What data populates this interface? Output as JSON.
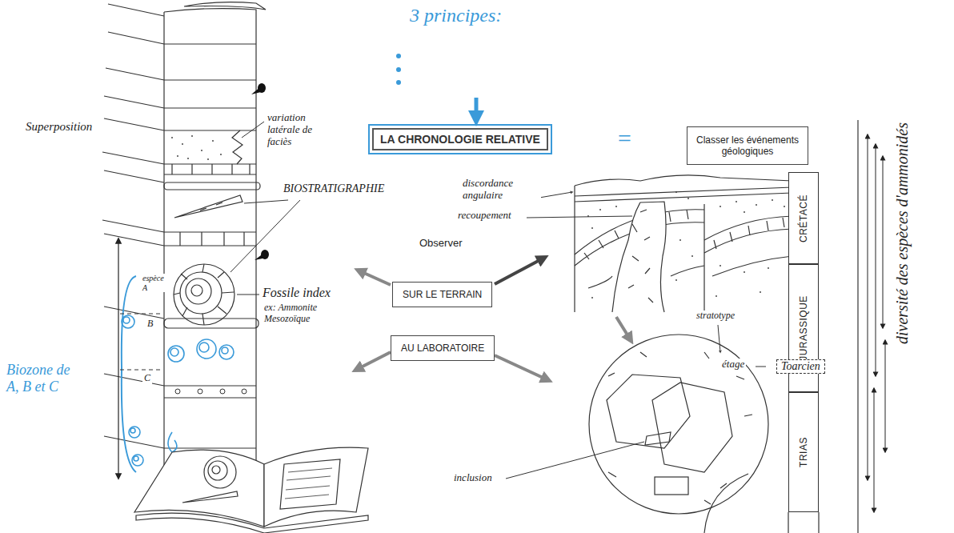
{
  "diagram": {
    "nodes": [
      {
        "text": [
          "LA CHRONOLOGIE RELATIVE"
        ]
      },
      {
        "text": [
          "Classer les événements géologiques"
        ]
      },
      {
        "text": [
          "SUR LE TERRAIN"
        ]
      },
      {
        "text": [
          "AU LABORATOIRE"
        ]
      },
      {
        "text": [
          "CRÉTACÉ"
        ]
      },
      {
        "text": [
          "JURASSIQUE"
        ]
      },
      {
        "text": [
          "TRIAS"
        ]
      },
      {
        "text": [
          "Toarcien"
        ]
      }
    ],
    "labels": [
      "3 principes:",
      "=",
      "Superposition",
      "variation latérale de faciès",
      "BIOSTRATIGRAPHIE",
      "espèce A",
      "Fossile index",
      "ex: Ammonite Mesozoïque",
      "B",
      "C",
      "Biozone de A, B et C",
      "Observer",
      "discordance angulaire",
      "recoupement",
      "stratotype",
      "étage",
      "inclusion",
      "diversité des espèces d'ammonidés"
    ]
  }
}
